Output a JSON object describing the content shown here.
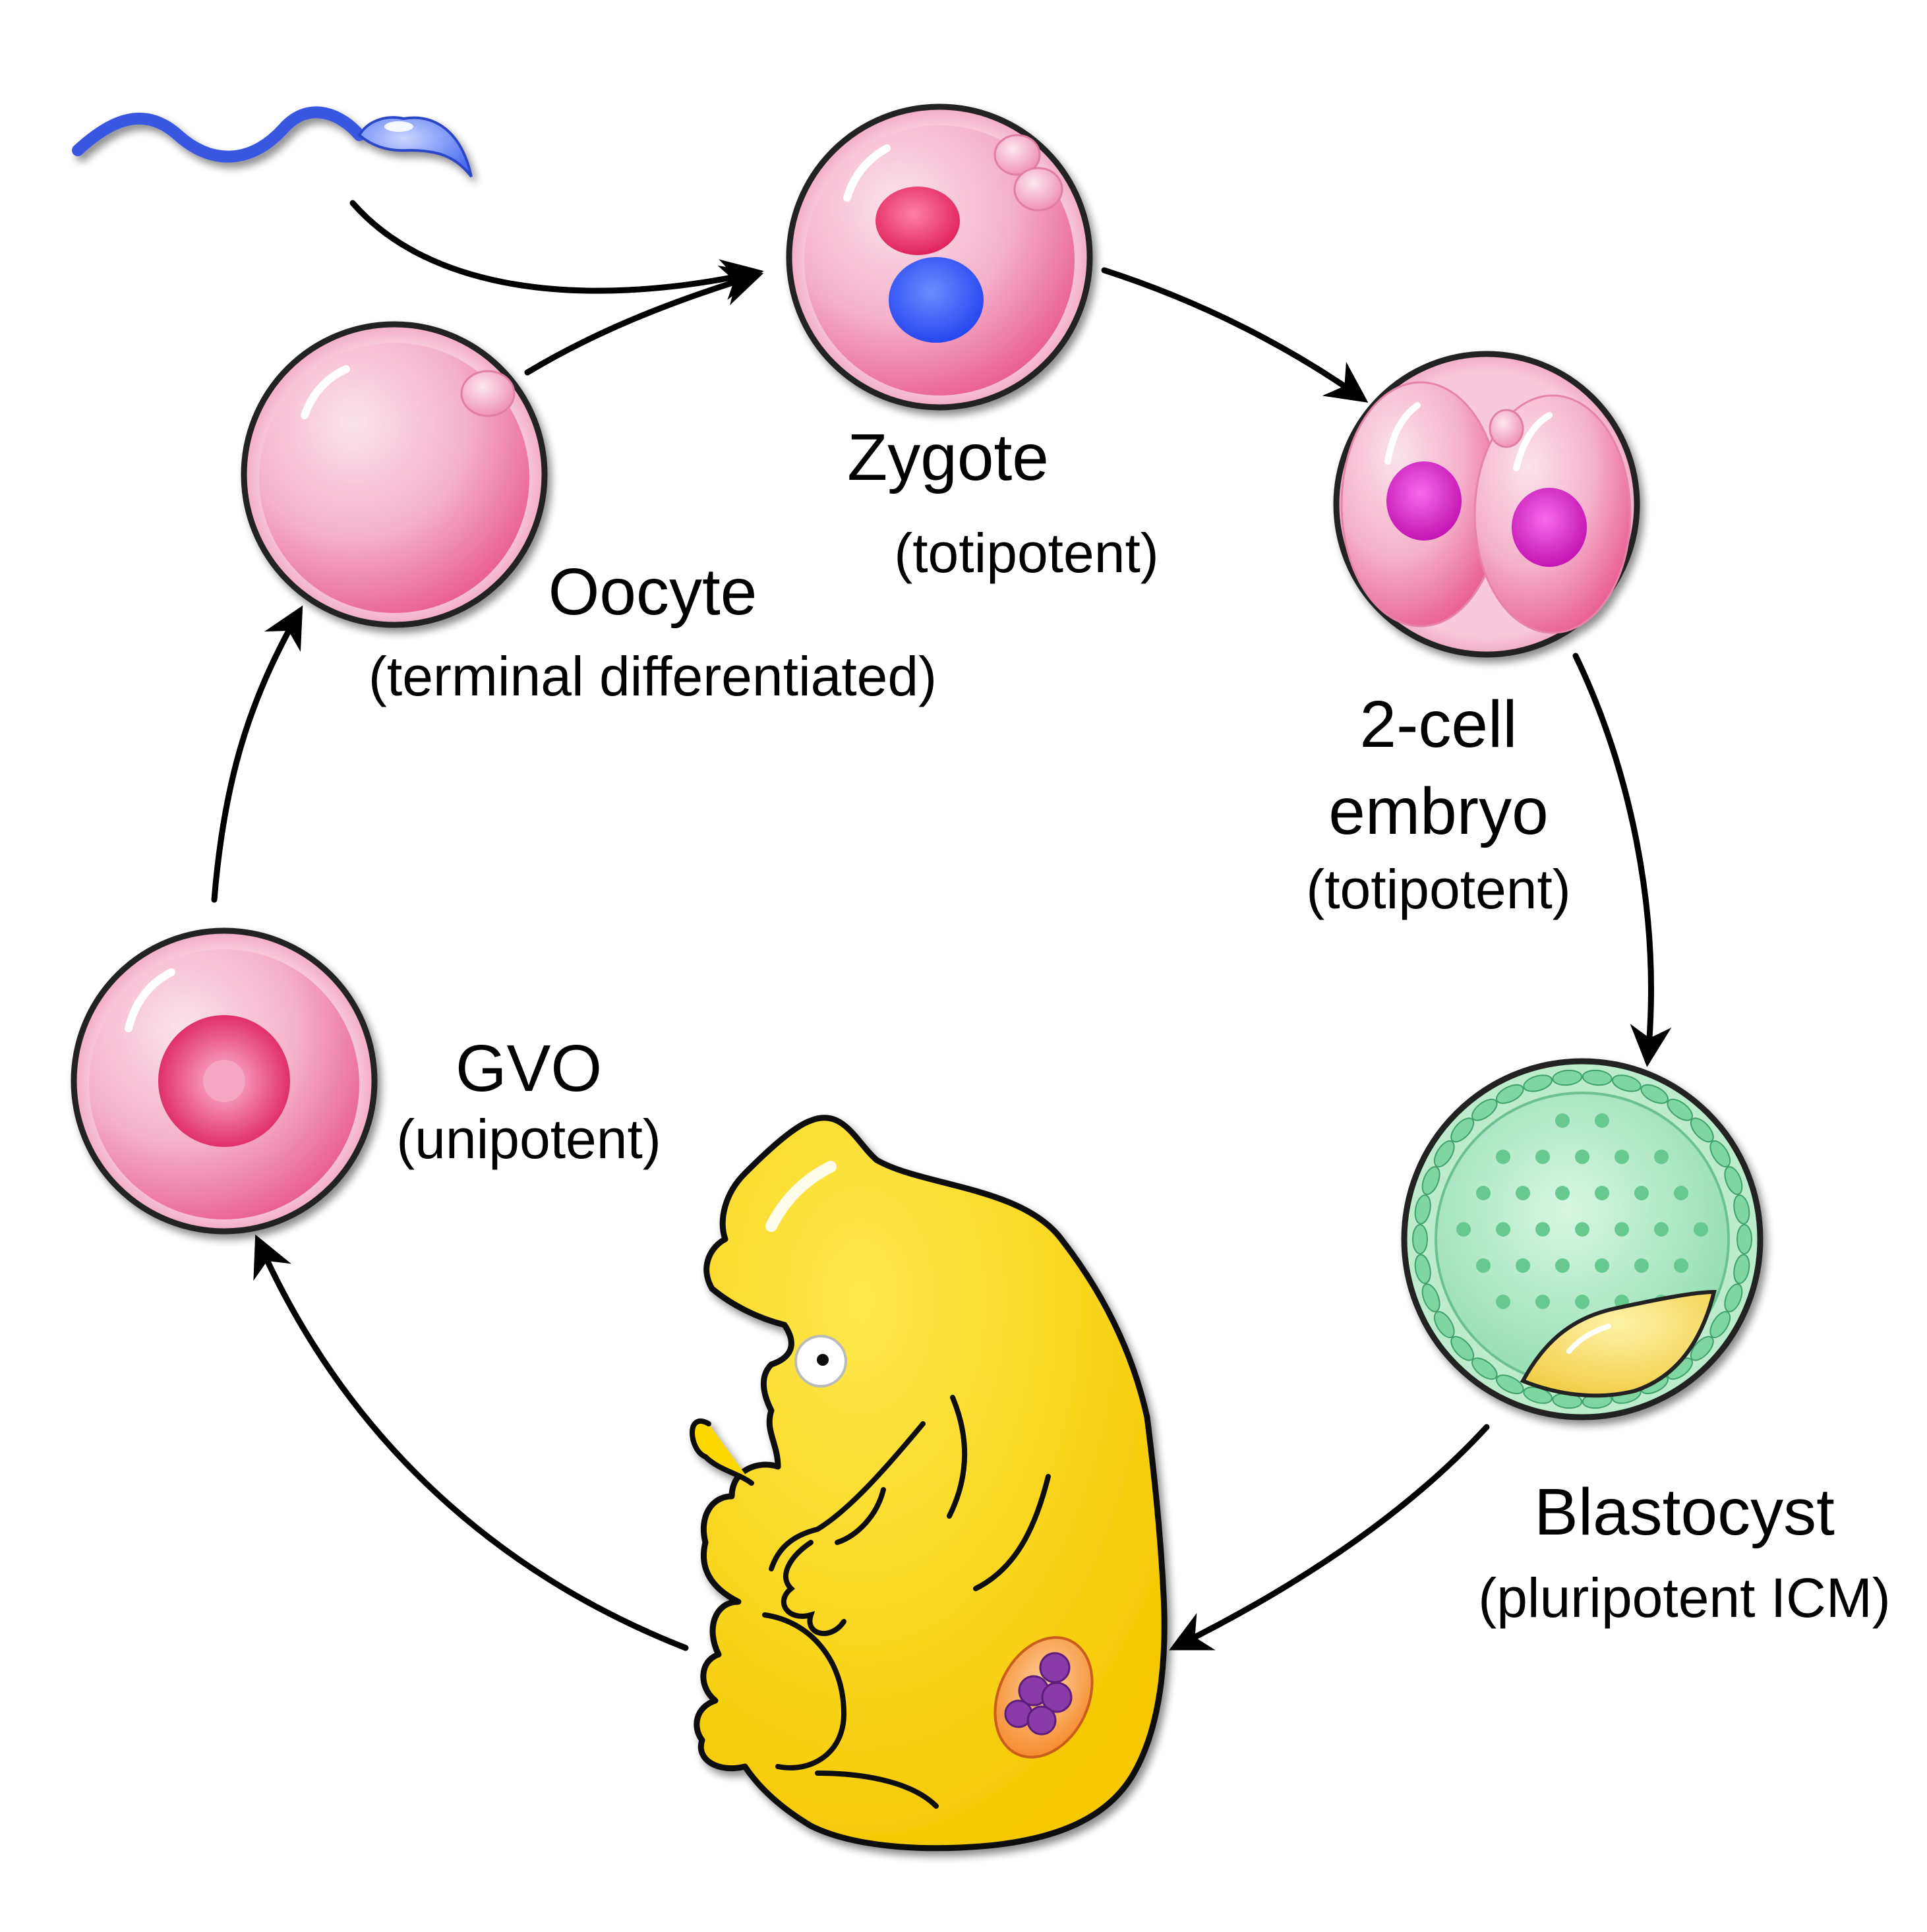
{
  "colors": {
    "cell_pink": "#f08cb4",
    "sperm_blue": "#4466ee",
    "embryo_yellow": "#ffd800",
    "blastocyst_green": "#a8e6c0",
    "nucleus_magenta": "#e026c8",
    "germ_purple": "#8a3aa8",
    "gonad_orange": "#f79a3c",
    "arrow": "#000000"
  },
  "stages": {
    "zygote": {
      "name": "Zygote",
      "potency": "(totipotent)"
    },
    "two_cell": {
      "name_line1": "2-cell",
      "name_line2": "embryo",
      "potency": "(totipotent)"
    },
    "blastocyst": {
      "name": "Blastocyst",
      "potency": "(pluripotent ICM)"
    },
    "gvo": {
      "name": "GVO",
      "potency": "(unipotent)"
    },
    "oocyte": {
      "name": "Oocyte",
      "potency": "(terminal differentiated)"
    }
  }
}
